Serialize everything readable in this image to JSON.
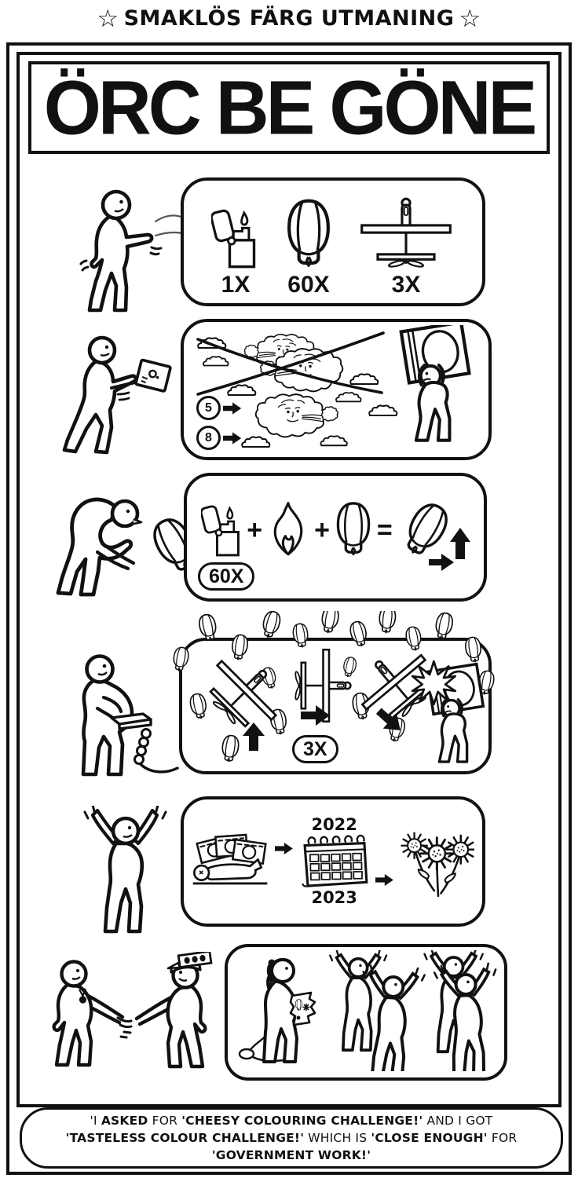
{
  "colors": {
    "ink": "#111111",
    "paper": "#ffffff"
  },
  "header": {
    "star_left": "☆",
    "text": "SMAKLÖS FÄRG UTMANING",
    "star_right": "☆"
  },
  "title": "ÖRC BE GÖNE",
  "steps": {
    "supplies": {
      "items": [
        {
          "icon": "lighter-icon",
          "qty": "1X"
        },
        {
          "icon": "sky-lantern-icon",
          "qty": "60X"
        },
        {
          "icon": "drone-icon",
          "qty": "3X"
        }
      ]
    },
    "reject": {
      "callouts": [
        {
          "num": "5"
        },
        {
          "num": "8"
        }
      ]
    },
    "launch": {
      "plus_1": "+",
      "plus_2": "+",
      "equals": "=",
      "qty": "60X"
    },
    "attack": {
      "qty": "3X"
    },
    "result": {
      "year_top": "2022",
      "year_bottom": "2023"
    }
  },
  "caption": {
    "lines": [
      {
        "segments": [
          {
            "text": "'I "
          },
          {
            "text": "ASKED"
          },
          {
            "text": " FOR "
          },
          {
            "text": "'CHEESY COLOURING CHALLENGE!'"
          },
          {
            "text": " AND I GOT"
          }
        ]
      },
      {
        "segments": [
          {
            "text": "'TASTELESS COLOUR CHALLENGE!'"
          },
          {
            "text": " WHICH IS "
          },
          {
            "text": "'CLOSE ENOUGH'"
          },
          {
            "text": " FOR"
          }
        ]
      },
      {
        "segments": [
          {
            "text": "'GOVERNMENT WORK!'"
          }
        ]
      }
    ]
  },
  "icons": [
    "ikea-man-presenter",
    "lighter-icon",
    "sky-lantern-icon",
    "drone-icon",
    "ikea-man-walking-card",
    "wind-gods-crossed-art",
    "wind-god-art",
    "mirror-carrier-figure",
    "ikea-man-launching-lantern",
    "flame-icon",
    "launch-arrows",
    "ikea-man-remote-operator",
    "lantern-swarm-drones-art",
    "starburst-hit",
    "ikea-man-cheering",
    "money-fallen-orc-icon",
    "calendar-icon",
    "sunflowers-icon",
    "handshake-figures",
    "phone-call-figure",
    "cheering-crowd"
  ]
}
